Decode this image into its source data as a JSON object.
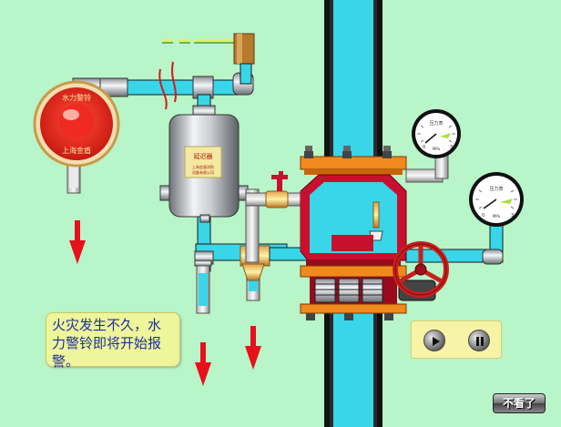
{
  "colors": {
    "background": "#b8f5c9",
    "pipe": "#38d6e8",
    "pipe_outline": "#1b1b1b",
    "water": "#38d6e8",
    "valve_red": "#c8102e",
    "flange_orange": "#f08a1c",
    "arrow_red": "#e8101a",
    "caption_bg": "#eef59a",
    "caption_text": "#1a2f9a"
  },
  "alarm_bell": {
    "top_text": "水力警铃",
    "bottom_text": "上海金盾",
    "icon": "alarm-bell-icon"
  },
  "filter_tank": {
    "label": "延迟器",
    "small_text": "上海金盾消防\n设备有限公司"
  },
  "gauges": [
    {
      "label": "压力表",
      "unit": "MPa",
      "scale": [
        "0",
        "1",
        "2",
        "3"
      ]
    },
    {
      "label": "压力表",
      "unit": "MPa",
      "scale": [
        "0",
        "1",
        "2",
        "3"
      ]
    }
  ],
  "caption": {
    "text": "火灾发生不久，水力警铃即将开始报警。"
  },
  "player": {
    "play_icon": "play-icon",
    "pause_icon": "pause-icon"
  },
  "exit_button": {
    "label": "不看了"
  }
}
